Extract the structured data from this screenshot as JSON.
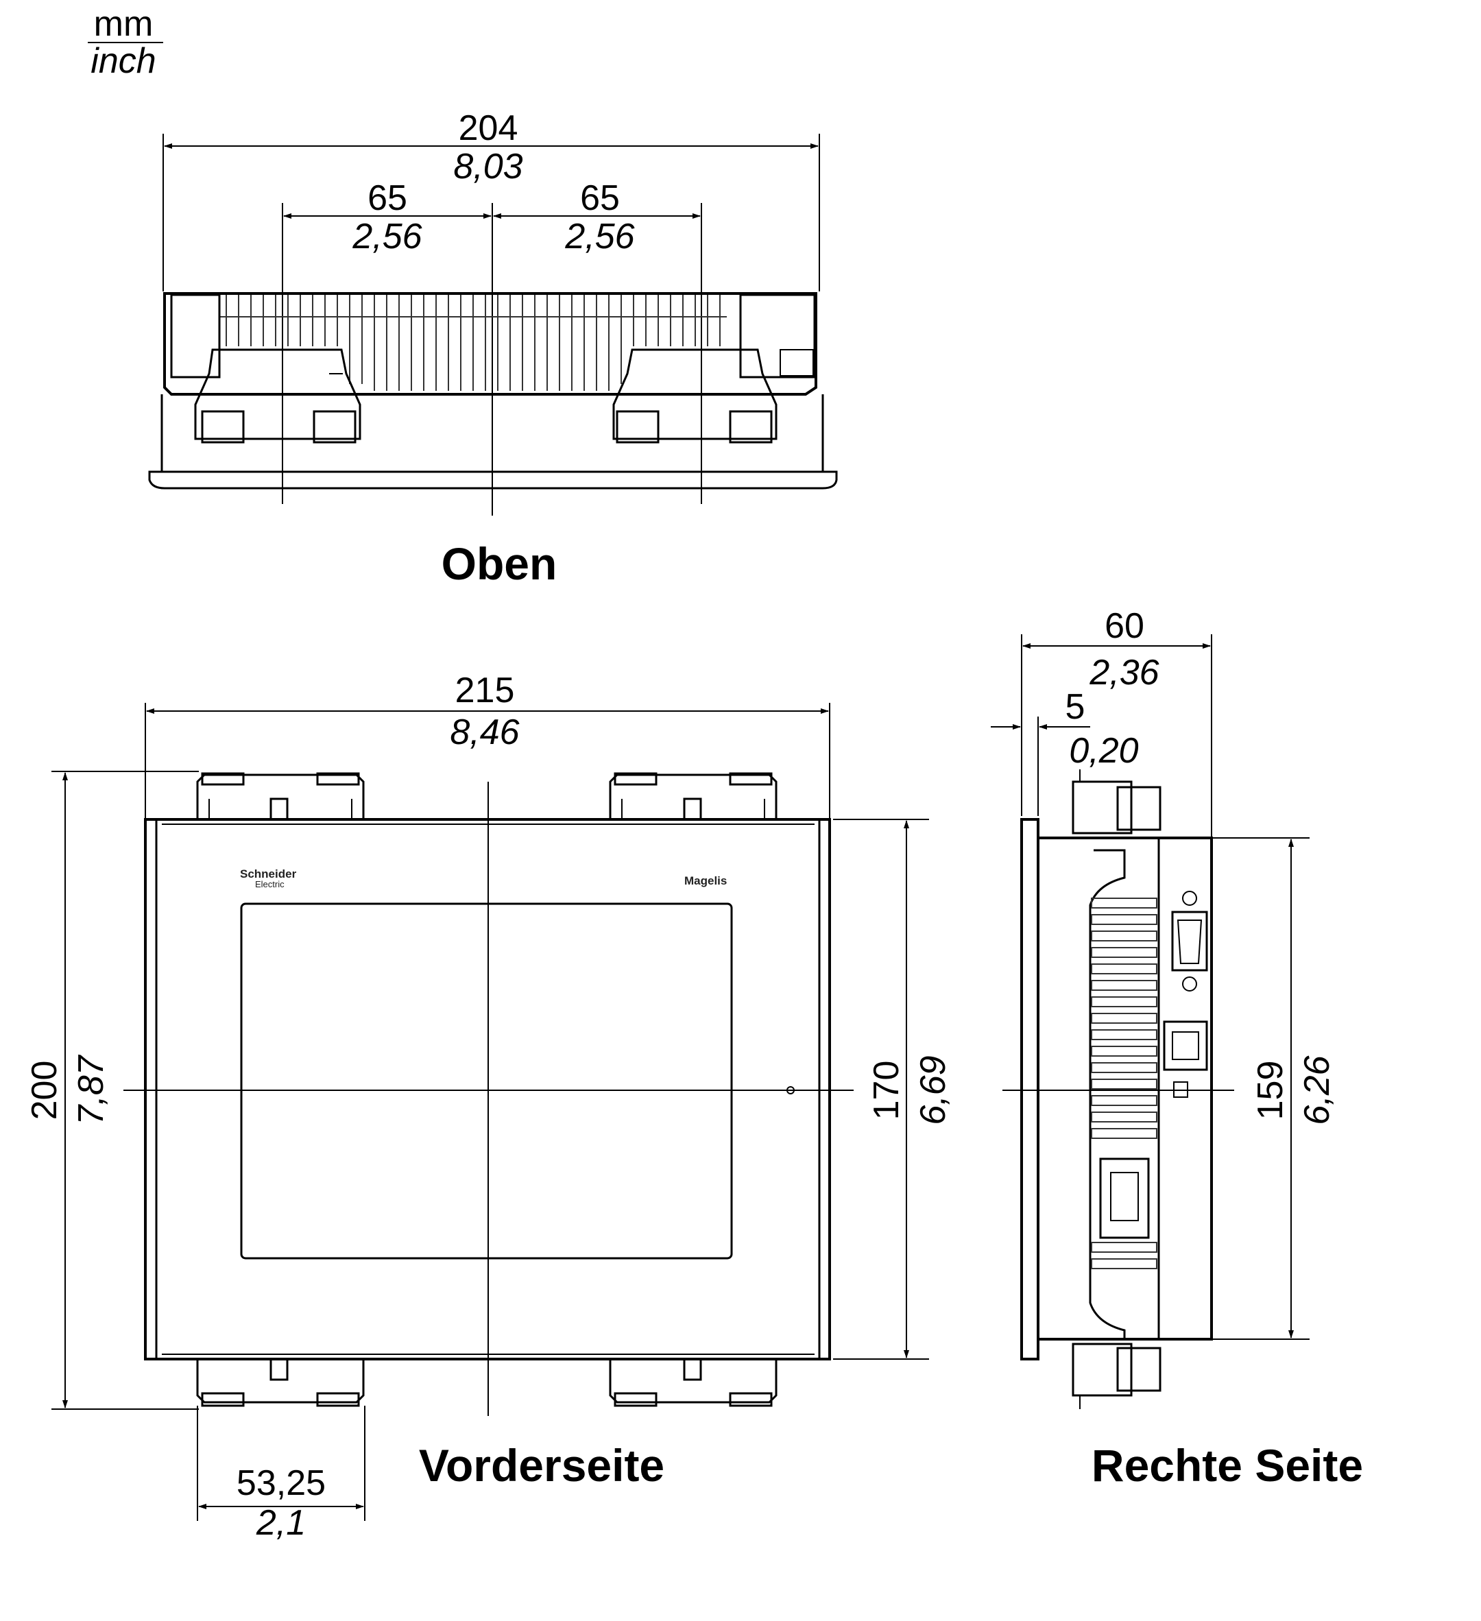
{
  "units": {
    "metric": "mm",
    "imperial": "inch"
  },
  "views": {
    "top": {
      "title": "Oben"
    },
    "front": {
      "title": "Vorderseite",
      "brand_left_line1": "Schneider",
      "brand_left_line2": "Electric",
      "brand_right": "Magelis"
    },
    "side": {
      "title": "Rechte Seite"
    }
  },
  "dimensions": {
    "top_overall": {
      "mm": "204",
      "inch": "8,03"
    },
    "top_left_spacing": {
      "mm": "65",
      "inch": "2,56"
    },
    "top_right_spacing": {
      "mm": "65",
      "inch": "2,56"
    },
    "front_width": {
      "mm": "215",
      "inch": "8,46"
    },
    "front_height": {
      "mm": "200",
      "inch": "7,87"
    },
    "front_body_height": {
      "mm": "170",
      "inch": "6,69"
    },
    "front_clip_offset": {
      "mm": "53,25",
      "inch": "2,1"
    },
    "side_depth": {
      "mm": "60",
      "inch": "2,36"
    },
    "side_bezel": {
      "mm": "5",
      "inch": "0,20"
    },
    "side_height": {
      "mm": "159",
      "inch": "6,26"
    }
  }
}
